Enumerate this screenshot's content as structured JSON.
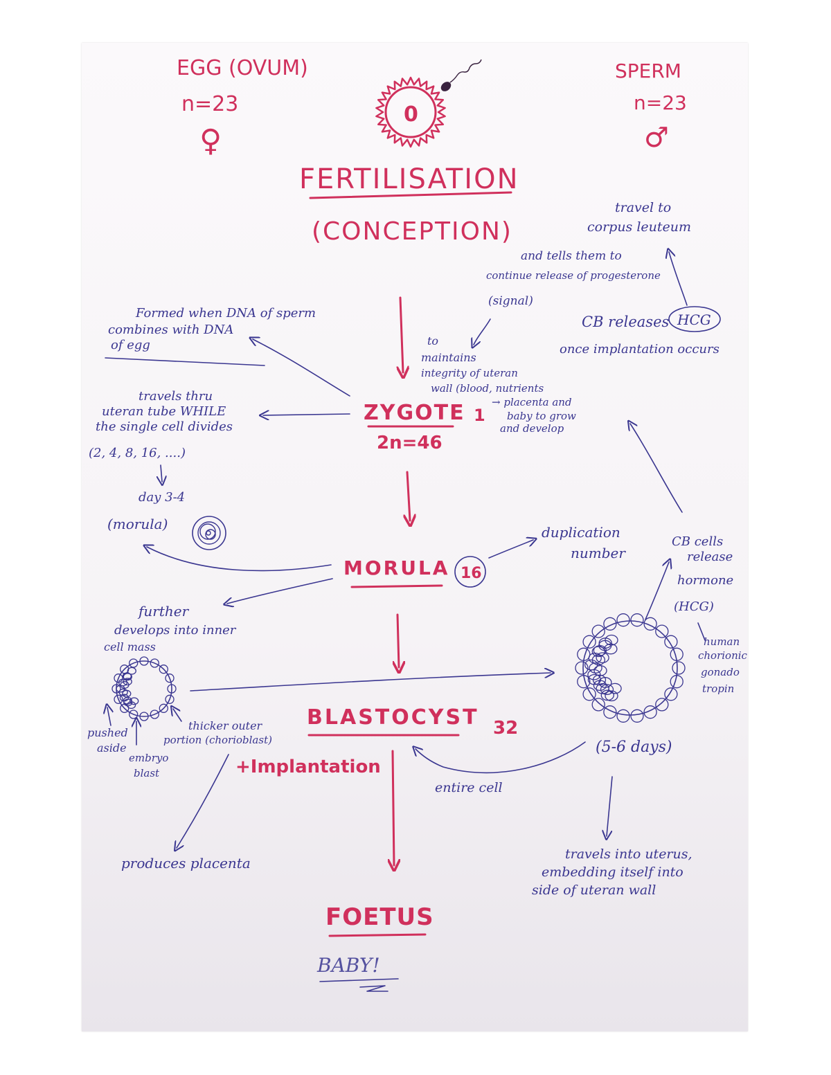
{
  "colors": {
    "pink_ink": "#d0305c",
    "blue_ink": "#3a3690",
    "paper": "#f7f4f7"
  },
  "egg": {
    "title": "EGG (OVUM)",
    "count": "n=23",
    "symbol": "♀"
  },
  "sperm": {
    "title": "SPERM",
    "count": "n=23",
    "symbol": "♂"
  },
  "cell_label": "0",
  "fertilisation": {
    "title": "FERTILISATION",
    "subtitle": "(CONCEPTION)"
  },
  "hcg_notes": {
    "travel_1": "travel to",
    "travel_2": "corpus leuteum",
    "tells_1": "and tells them to",
    "tells_2": "continue release of progesterone",
    "signal": "(signal)",
    "cb_releases": "CB releases",
    "hcg": "HCG",
    "once": "once implantation occurs"
  },
  "maintain_note": {
    "l1": "to",
    "l2": "maintains",
    "l3": "integrity of uteran",
    "l4": "wall (blood, nutrients",
    "l5": "→ placenta and",
    "l6": "baby to grow",
    "l7": "and develop"
  },
  "dna_note": {
    "l1": "Formed when DNA of sperm",
    "l2": "combines with DNA",
    "l3": "of egg"
  },
  "zygote": {
    "title": "ZYGOTE",
    "count": "2n=46",
    "mark": "1"
  },
  "travels_note": {
    "l1": "travels thru",
    "l2": "uteran tube WHILE",
    "l3": "the single cell divides",
    "l4": "(2, 4, 8, 16, ....)",
    "l5": "day 3-4",
    "l6": "(morula)"
  },
  "duplication_note": {
    "l1": "duplication",
    "l2": "number"
  },
  "morula": {
    "title": "MORULA",
    "count": "16"
  },
  "cb_cells_note": {
    "l1": "CB cells",
    "l2": "release",
    "l3": "hormone",
    "l4": "(HCG)",
    "l5": "human",
    "l6": "chorionic",
    "l7": "gonado",
    "l8": "tropin"
  },
  "develops_note": {
    "l1": "further",
    "l2": "develops into inner",
    "l3": "cell mass"
  },
  "blasto_labels": {
    "pushed_1": "pushed",
    "pushed_2": "aside",
    "embryo_1": "embryo",
    "embryo_2": "blast",
    "thicker_1": "thicker outer",
    "thicker_2": "portion (chorioblast)"
  },
  "blastocyst": {
    "title": "BLASTOCYST",
    "count": "32",
    "days": "(5-6 days)"
  },
  "implantation": "+Implantation",
  "entire_cell": "entire cell",
  "placenta_note": "produces placenta",
  "uterus_note": {
    "l1": "travels into uterus,",
    "l2": "embedding itself into",
    "l3": "side of uteran wall"
  },
  "foetus": {
    "title": "FOETUS",
    "note": "BABY!"
  }
}
